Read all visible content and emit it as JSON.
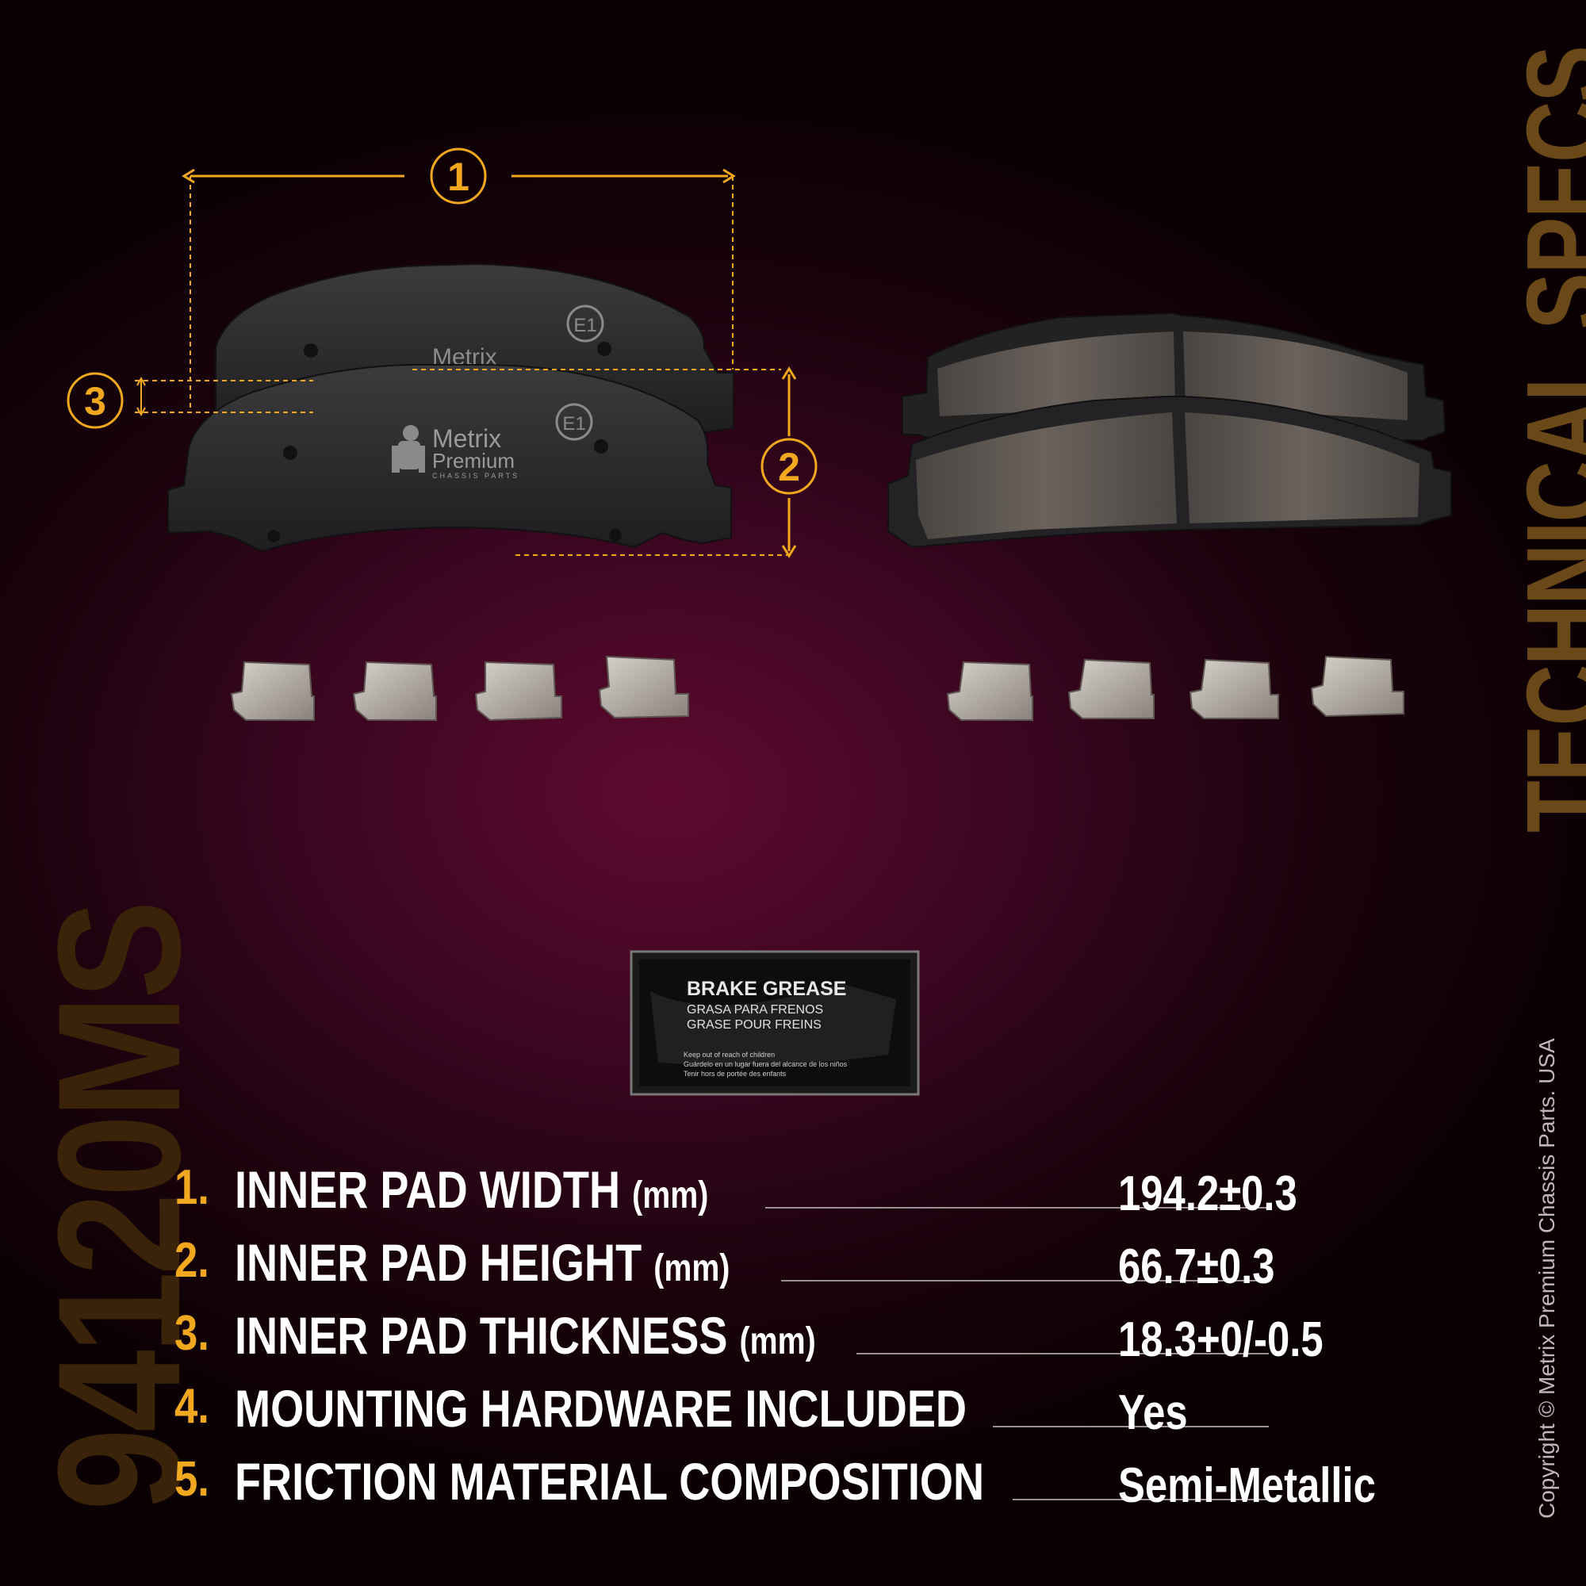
{
  "part_number": "94120MS",
  "section_title": "TECHNICAL SPECS",
  "copyright": "Copyright © Metrix Premium Chassis Parts. USA",
  "callouts": [
    "1",
    "2",
    "3"
  ],
  "pad_brand": {
    "line1": "Metrix",
    "line2": "Premium",
    "line3": "CHASSIS PARTS",
    "mark": "E1"
  },
  "grease_packet": {
    "title": "BRAKE GREASE",
    "line2": "GRASA PARA FRENOS",
    "line3": "GRASE POUR FREINS",
    "warn1": "Keep out of reach of children",
    "warn2": "Guárdelo en un lugar fuera del alcance de los niños",
    "warn3": "Tenir hors de portée des enfants"
  },
  "specs": [
    {
      "num": "1.",
      "label": "INNER PAD WIDTH",
      "unit": "(mm)",
      "value": "194.2±0.3"
    },
    {
      "num": "2.",
      "label": "INNER PAD HEIGHT",
      "unit": "(mm)",
      "value": "66.7±0.3"
    },
    {
      "num": "3.",
      "label": "INNER PAD THICKNESS",
      "unit": "(mm)",
      "value": "18.3+0/-0.5"
    },
    {
      "num": "4.",
      "label": "MOUNTING HARDWARE INCLUDED",
      "unit": "",
      "value": "Yes"
    },
    {
      "num": "5.",
      "label": "FRICTION MATERIAL COMPOSITION",
      "unit": "",
      "value": "Semi-Metallic"
    }
  ],
  "colors": {
    "accent": "#f2a81e",
    "background": "#3a0620",
    "title": "#6a4818"
  }
}
